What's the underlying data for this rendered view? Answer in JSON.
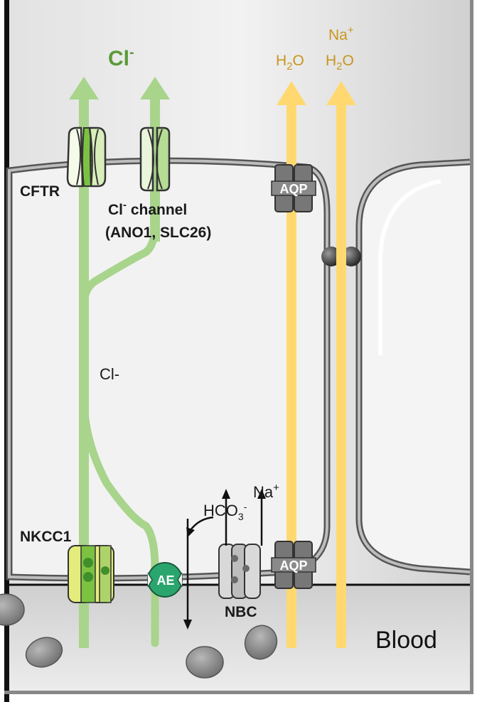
{
  "labels": {
    "cl_apical": "Cl",
    "cl_apical_sup": "-",
    "water_left": "H",
    "water_left_sub": "2",
    "water_left_o": "O",
    "na_right": "Na",
    "na_right_sup": "+",
    "water_right": "H",
    "water_right_sub": "2",
    "water_right_o": "O",
    "cftr": "CFTR",
    "cl_channel_main": "Cl",
    "cl_channel_sup": "-",
    "cl_channel_rest": " channel",
    "cl_channel_line2": "(ANO1, SLC26)",
    "aqp_top": "AQP",
    "aqp_bottom": "AQP",
    "cl_cyto": "Cl-",
    "hco3_main": "HCO",
    "hco3_sub": "3",
    "hco3_sup": "-",
    "na_base": "Na",
    "na_base_sup": "+",
    "nkcc1": "NKCC1",
    "ae": "AE",
    "nbc": "NBC",
    "blood": "Blood"
  },
  "colors": {
    "cl_pathway": "#a8d48c",
    "water_pathway": "#ffd970",
    "cftr_green": "#7cc242",
    "channel_green": "#b5dd94",
    "nkcc1_yellow": "#e4ec7c",
    "ae_teal": "#2aa56e",
    "aqp_grey": "#777777",
    "nbc_grey": "#cfcfcf",
    "membrane": "#555555",
    "cell_fill": "#f0f0f0",
    "background_grey": "#d6d6d6"
  }
}
